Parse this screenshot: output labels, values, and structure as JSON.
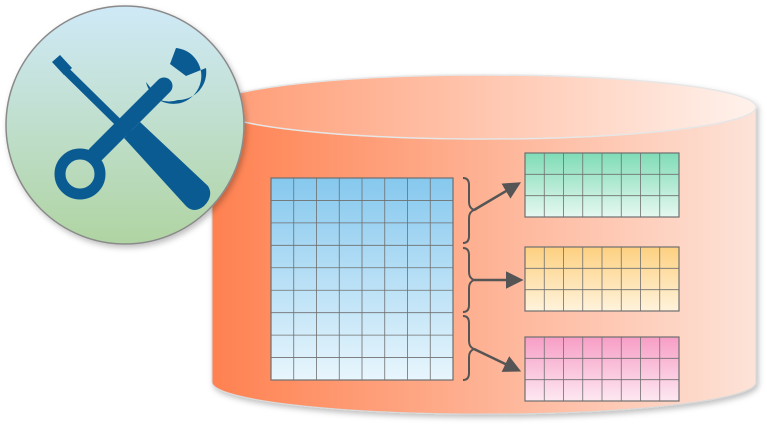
{
  "diagram": {
    "source_table": {
      "rows": 9,
      "cols": 8,
      "color_top": "#86c8ee",
      "color_bottom": "#e8f6fd"
    },
    "partitions": [
      {
        "color_top": "#7fdcb6",
        "color_bottom": "#e6f8f1",
        "rows": 3,
        "cols": 8
      },
      {
        "color_top": "#fdd080",
        "color_bottom": "#fff3dc",
        "rows": 3,
        "cols": 8
      },
      {
        "color_top": "#f79ec6",
        "color_bottom": "#fde8f1",
        "rows": 3,
        "cols": 8
      }
    ],
    "cylinder": {
      "color_left": "#ff8150",
      "color_right": "#fde3d8"
    },
    "tool_badge": {
      "icons": [
        "screwdriver-icon",
        "wrench-icon"
      ],
      "fill_top": "#cfe9f7",
      "fill_bottom": "#b0d4a2",
      "icon_color": "#0b5b93"
    }
  }
}
